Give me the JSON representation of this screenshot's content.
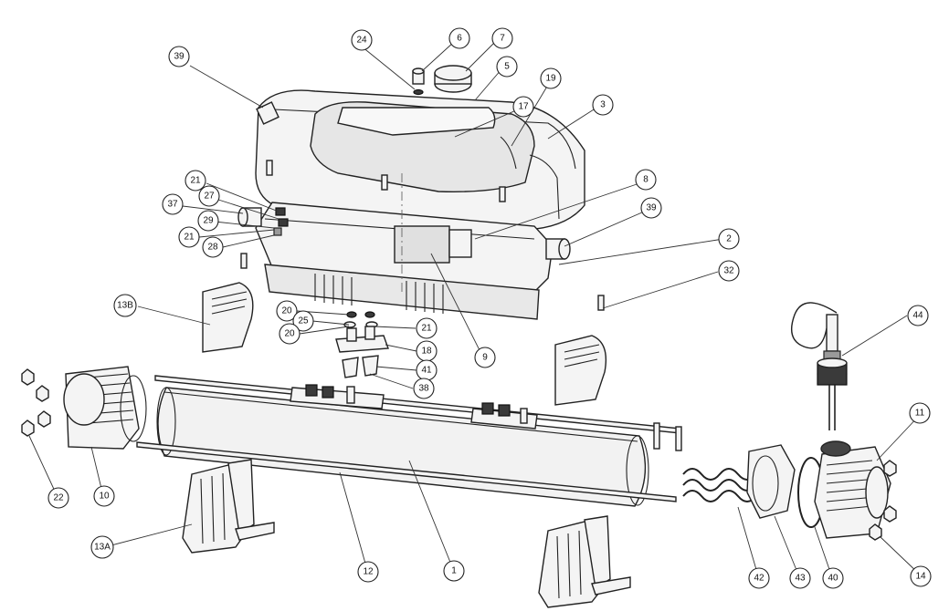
{
  "diagram": {
    "callouts": [
      {
        "id": "c24",
        "label": "24"
      },
      {
        "id": "c6",
        "label": "6"
      },
      {
        "id": "c7",
        "label": "7"
      },
      {
        "id": "c39a",
        "label": "39"
      },
      {
        "id": "c5",
        "label": "5"
      },
      {
        "id": "c19",
        "label": "19"
      },
      {
        "id": "c3",
        "label": "3"
      },
      {
        "id": "c17",
        "label": "17"
      },
      {
        "id": "c8",
        "label": "8"
      },
      {
        "id": "c39b",
        "label": "39"
      },
      {
        "id": "c21a",
        "label": "21"
      },
      {
        "id": "c27",
        "label": "27"
      },
      {
        "id": "c37",
        "label": "37"
      },
      {
        "id": "c29",
        "label": "29"
      },
      {
        "id": "c21b",
        "label": "21"
      },
      {
        "id": "c28",
        "label": "28"
      },
      {
        "id": "c2",
        "label": "2"
      },
      {
        "id": "c32",
        "label": "32"
      },
      {
        "id": "c13b",
        "label": "13B"
      },
      {
        "id": "c20a",
        "label": "20"
      },
      {
        "id": "c25",
        "label": "25"
      },
      {
        "id": "c20b",
        "label": "20"
      },
      {
        "id": "c21c",
        "label": "21"
      },
      {
        "id": "c18",
        "label": "18"
      },
      {
        "id": "c9",
        "label": "9"
      },
      {
        "id": "c41",
        "label": "41"
      },
      {
        "id": "c38",
        "label": "38"
      },
      {
        "id": "c44",
        "label": "44"
      },
      {
        "id": "c11",
        "label": "11"
      },
      {
        "id": "c22",
        "label": "22"
      },
      {
        "id": "c10",
        "label": "10"
      },
      {
        "id": "c13a",
        "label": "13A"
      },
      {
        "id": "c12",
        "label": "12"
      },
      {
        "id": "c1",
        "label": "1"
      },
      {
        "id": "c42",
        "label": "42"
      },
      {
        "id": "c43",
        "label": "43"
      },
      {
        "id": "c40",
        "label": "40"
      },
      {
        "id": "c14",
        "label": "14"
      }
    ]
  }
}
